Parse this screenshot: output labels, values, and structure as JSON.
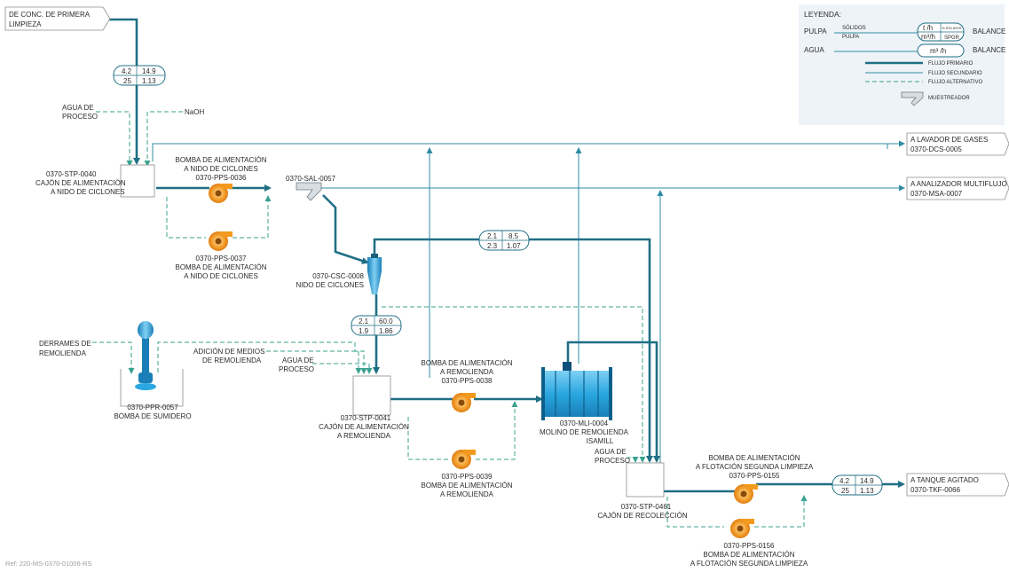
{
  "inputs": {
    "from_primera_l1": "DE CONC. DE PRIMERA",
    "from_primera_l2": "LIMPIEZA",
    "agua_proceso_1_l1": "AGUA DE",
    "agua_proceso_1_l2": "PROCESO",
    "naoh": "NaOH",
    "derrames_l1": "DERRAMES DE",
    "derrames_l2": "REMOLIENDA",
    "adicion_l1": "ADICIÓN DE MEDIOS",
    "adicion_l2": "DE REMOLIENDA",
    "agua_proceso_2_l1": "AGUA DE",
    "agua_proceso_2_l2": "PROCESO",
    "agua_proceso_3_l1": "AGUA DE",
    "agua_proceso_3_l2": "PROCESO"
  },
  "outputs": {
    "lavador_l1": "A LAVADOR DE GASES",
    "lavador_l2": "0370-DCS-0005",
    "analizador_l1": "A ANALIZADOR MULTIFLUJO",
    "analizador_l2": "0370-MSA-0007",
    "tanque_l1": "A TANQUE AGITADO",
    "tanque_l2": "0370-TKF-0066"
  },
  "equipment": {
    "stp0040": [
      "0370-STP-0040",
      "CAJÓN DE ALIMENTACIÓN",
      "A NIDO DE CICLONES"
    ],
    "pps0036": [
      "BOMBA DE ALIMENTACIÓN",
      "A NIDO DE CICLONES",
      "0370-PPS-0036"
    ],
    "pps0037": [
      "0370-PPS-0037",
      "BOMBA DE ALIMENTACIÓN",
      "A NIDO DE CICLONES"
    ],
    "sal0057": [
      "0370-SAL-0057"
    ],
    "csc0008": [
      "0370-CSC-0008",
      "NIDO DE CICLONES"
    ],
    "ppr0057": [
      "0370-PPR-0057",
      "BOMBA DE SUMIDERO"
    ],
    "stp0041": [
      "0370-STP-0041",
      "CAJÓN DE ALIMENTACIÓN",
      "A REMOLIENDA"
    ],
    "pps0038": [
      "BOMBA DE ALIMENTACIÓN",
      "A REMOLIENDA",
      "0370-PPS-0038"
    ],
    "pps0039": [
      "0370-PPS-0039",
      "BOMBA DE ALIMENTACIÓN",
      "A REMOLIENDA"
    ],
    "mli0004": [
      "0370-MLI-0004",
      "MOLINO DE  REMOLIENDA",
      "ISAMILL"
    ],
    "stp0461": [
      "0370-STP-0461",
      "CAJÓN DE RECOLECCIÓN"
    ],
    "pps0155": [
      "BOMBA DE ALIMENTACIÓN",
      "A FLOTACIÓN SEGUNDA LIMPIEZA",
      "0370-PPS-0155"
    ],
    "pps0156": [
      "0370-PPS-0156",
      "BOMBA DE ALIMENTACIÓN",
      "A FLOTACIÓN SEGUNDA LIMPIEZA"
    ]
  },
  "balances": {
    "b1": [
      "4.2",
      "14.9",
      "25",
      "1.13"
    ],
    "b2": [
      "2.1",
      "8.5",
      "2.3",
      "1.07"
    ],
    "b3": [
      "2.1",
      "60.0",
      "1.9",
      "1.86"
    ],
    "b4": [
      "4.2",
      "14.9",
      "25",
      "1.13"
    ]
  },
  "legend": {
    "title": "LEYENDA:",
    "pulpa": "PULPA",
    "solidos": "SÓLIDOS",
    "pulpa_small": "PULPA",
    "th": "t /h",
    "pct_solidos": "% SÓLIDOS",
    "m3h": "m³/h",
    "spgr": "SPGR",
    "balance1": "BALANCE",
    "agua": "AGUA",
    "m3h_agua": "m³ /h",
    "balance2": "BALANCE",
    "flujo_primario": "FLUJO PRIMARIO",
    "flujo_secundario": "FLUJO SECUNDARIO",
    "flujo_alternativo": "FLUJO ALTERNATIVO",
    "muestreador": "MUESTREADOR"
  },
  "reference": "Ref: 220-MS-0370-01006-RS",
  "colors": {
    "primary_line": "#1f6f85",
    "secondary_line": "#2e8ca3",
    "alternative_line": "#3aa28f",
    "pump": "#f39a1e",
    "mill": "#2aa7e0",
    "legend_bg": "#eef3f8"
  }
}
